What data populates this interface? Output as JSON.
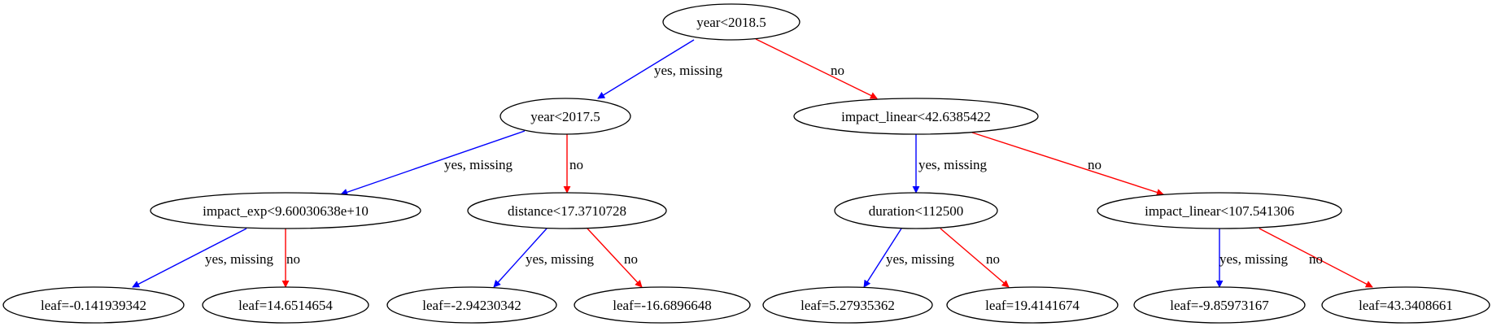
{
  "colors": {
    "yes_edge": "#0000ff",
    "no_edge": "#ff0000",
    "node_stroke": "#000000",
    "node_fill": "#ffffff"
  },
  "nodes": [
    {
      "id": "n0",
      "label": "year<2018.5"
    },
    {
      "id": "n1",
      "label": "year<2017.5"
    },
    {
      "id": "n2",
      "label": "impact_linear<42.6385422"
    },
    {
      "id": "n3",
      "label": "impact_exp<9.60030638e+10"
    },
    {
      "id": "n4",
      "label": "distance<17.3710728"
    },
    {
      "id": "n5",
      "label": "duration<112500"
    },
    {
      "id": "n6",
      "label": "impact_linear<107.541306"
    },
    {
      "id": "n7",
      "label": "leaf=-0.141939342"
    },
    {
      "id": "n8",
      "label": "leaf=14.6514654"
    },
    {
      "id": "n9",
      "label": "leaf=-2.94230342"
    },
    {
      "id": "n10",
      "label": "leaf=-16.6896648"
    },
    {
      "id": "n11",
      "label": "leaf=5.27935362"
    },
    {
      "id": "n12",
      "label": "leaf=19.4141674"
    },
    {
      "id": "n13",
      "label": "leaf=-9.85973167"
    },
    {
      "id": "n14",
      "label": "leaf=43.3408661"
    }
  ],
  "edges": [
    {
      "from": "n0",
      "to": "n1",
      "kind": "yes",
      "label": "yes, missing"
    },
    {
      "from": "n0",
      "to": "n2",
      "kind": "no",
      "label": "no"
    },
    {
      "from": "n1",
      "to": "n3",
      "kind": "yes",
      "label": "yes, missing"
    },
    {
      "from": "n1",
      "to": "n4",
      "kind": "no",
      "label": "no"
    },
    {
      "from": "n2",
      "to": "n5",
      "kind": "yes",
      "label": "yes, missing"
    },
    {
      "from": "n2",
      "to": "n6",
      "kind": "no",
      "label": "no"
    },
    {
      "from": "n3",
      "to": "n7",
      "kind": "yes",
      "label": "yes, missing"
    },
    {
      "from": "n3",
      "to": "n8",
      "kind": "no",
      "label": "no"
    },
    {
      "from": "n4",
      "to": "n9",
      "kind": "yes",
      "label": "yes, missing"
    },
    {
      "from": "n4",
      "to": "n10",
      "kind": "no",
      "label": "no"
    },
    {
      "from": "n5",
      "to": "n11",
      "kind": "yes",
      "label": "yes, missing"
    },
    {
      "from": "n5",
      "to": "n12",
      "kind": "no",
      "label": "no"
    },
    {
      "from": "n6",
      "to": "n13",
      "kind": "yes",
      "label": "yes, missing"
    },
    {
      "from": "n6",
      "to": "n14",
      "kind": "no",
      "label": "no"
    }
  ]
}
